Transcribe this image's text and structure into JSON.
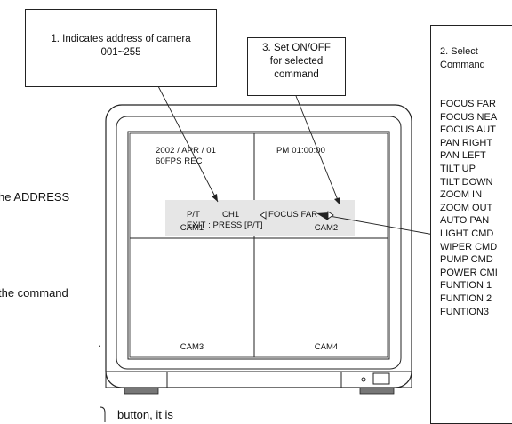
{
  "callouts": {
    "address": "1. Indicates address of camera\n001~255",
    "onoff": "3. Set ON/OFF\nfor selected\ncommand",
    "select_title": "2. Select\nCommand"
  },
  "commands": [
    "FOCUS FAR",
    "FOCUS NEA",
    "FOCUS AUT",
    "PAN RIGHT",
    "PAN LEFT",
    "TILT UP",
    "TILT DOWN",
    "ZOOM IN",
    "ZOOM OUT",
    "AUTO PAN",
    "LIGHT CMD",
    "WIPER CMD",
    "PUMP CMD",
    "POWER CMI",
    "FUNTION 1",
    "FUNTION 2",
    "FUNTION3"
  ],
  "side_text": {
    "address": "he ADDRESS",
    "command": "the command",
    "period": ".",
    "button": "button, it is"
  },
  "screen": {
    "date": "2002 / APR / 01",
    "fps": "60FPS  REC",
    "time": "PM 01:00:00",
    "pt": "P/T",
    "channel": "CH1",
    "command": "FOCUS FAR",
    "exit": "EXIT :  PRESS [P/T]",
    "cams": [
      "CAM1",
      "CAM2",
      "CAM3",
      "CAM4"
    ]
  }
}
